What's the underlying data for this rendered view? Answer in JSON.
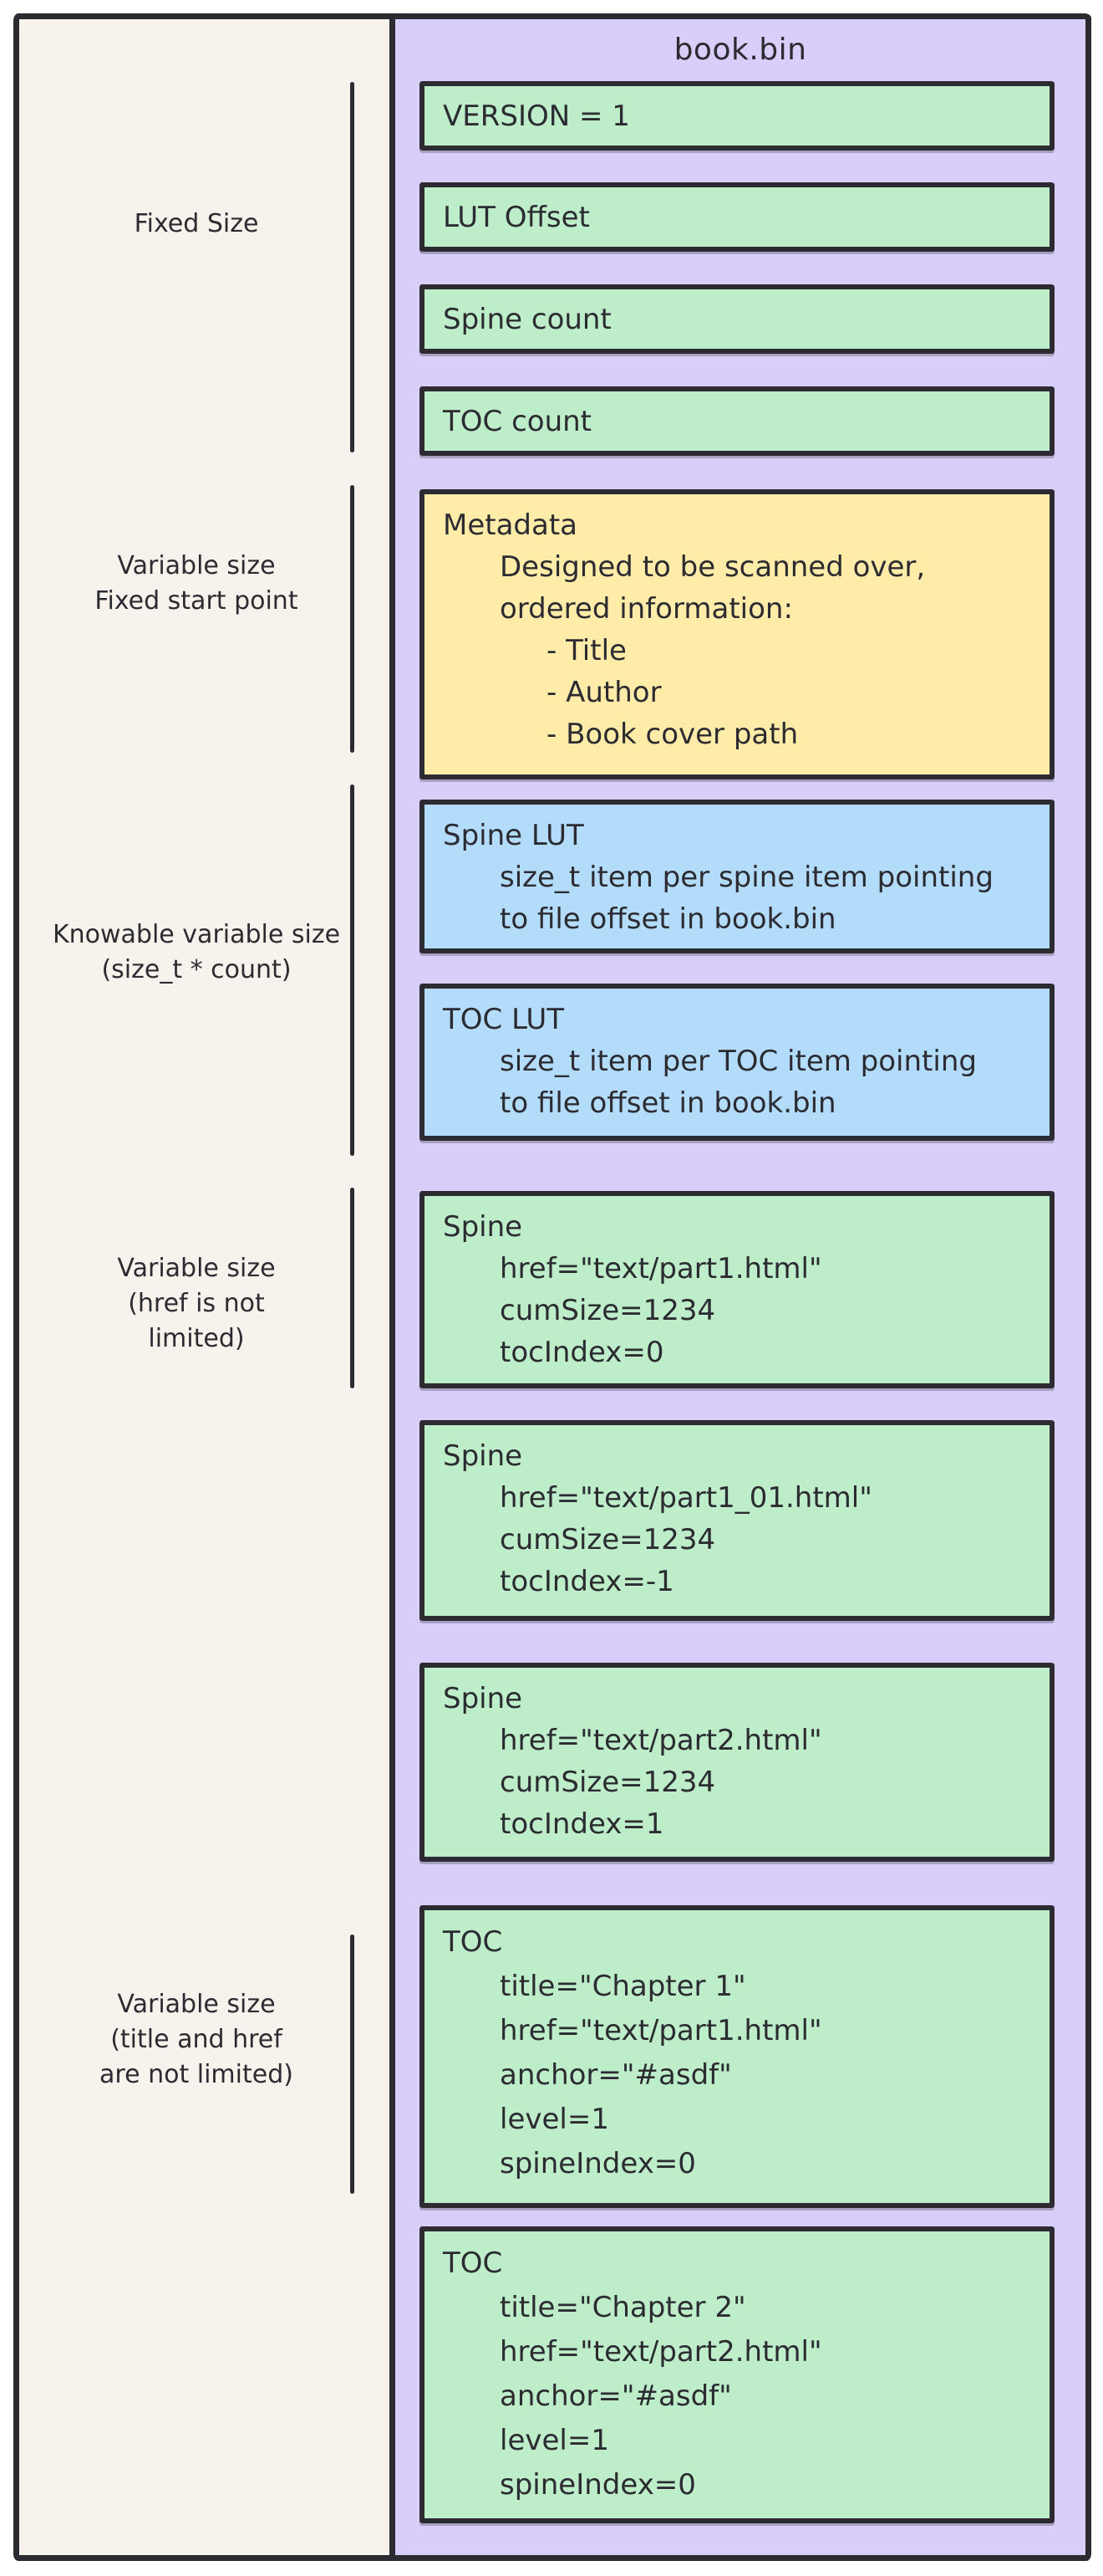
{
  "diagram": {
    "title": "book.bin",
    "sections": [
      {
        "lines": [
          "Fixed Size"
        ]
      },
      {
        "lines": [
          "Variable size",
          "Fixed start point"
        ]
      },
      {
        "lines": [
          "Knowable variable size",
          "(size_t * count)"
        ]
      },
      {
        "lines": [
          "Variable size",
          "(href is not",
          "limited)"
        ]
      },
      {
        "lines": [
          "Variable size",
          "(title and href",
          "are not limited)"
        ]
      }
    ],
    "boxes": [
      {
        "fill": "green",
        "title": "VERSION = 1",
        "lines": []
      },
      {
        "fill": "green",
        "title": "LUT Offset",
        "lines": []
      },
      {
        "fill": "green",
        "title": "Spine count",
        "lines": []
      },
      {
        "fill": "green",
        "title": "TOC count",
        "lines": []
      },
      {
        "fill": "yellow",
        "title": "Metadata",
        "lines": [
          "Designed to be scanned over,",
          "ordered information:",
          "- Title",
          "- Author",
          "- Book cover path"
        ]
      },
      {
        "fill": "blue",
        "title": "Spine LUT",
        "lines": [
          "size_t item per spine item pointing",
          "to file offset in book.bin"
        ]
      },
      {
        "fill": "blue",
        "title": "TOC LUT",
        "lines": [
          "size_t item per TOC item pointing",
          "to file offset in book.bin"
        ]
      },
      {
        "fill": "green",
        "title": "Spine",
        "lines": [
          "href=\"text/part1.html\"",
          "cumSize=1234",
          "tocIndex=0"
        ]
      },
      {
        "fill": "green",
        "title": "Spine",
        "lines": [
          "href=\"text/part1_01.html\"",
          "cumSize=1234",
          "tocIndex=-1"
        ]
      },
      {
        "fill": "green",
        "title": "Spine",
        "lines": [
          "href=\"text/part2.html\"",
          "cumSize=1234",
          "tocIndex=1"
        ]
      },
      {
        "fill": "green",
        "title": "TOC",
        "lines": [
          "title=\"Chapter 1\"",
          "href=\"text/part1.html\"",
          "anchor=\"#asdf\"",
          "level=1",
          "spineIndex=0"
        ]
      },
      {
        "fill": "green",
        "title": "TOC",
        "lines": [
          "title=\"Chapter 2\"",
          "href=\"text/part2.html\"",
          "anchor=\"#asdf\"",
          "level=1",
          "spineIndex=0"
        ]
      }
    ]
  },
  "colors": {
    "canvas": "#f8f2ec",
    "purple": "#d9cdf9",
    "green": "#bdeec9",
    "yellow": "#ffeca8",
    "blue": "#b3dcfa",
    "stroke": "#2b2b31"
  }
}
